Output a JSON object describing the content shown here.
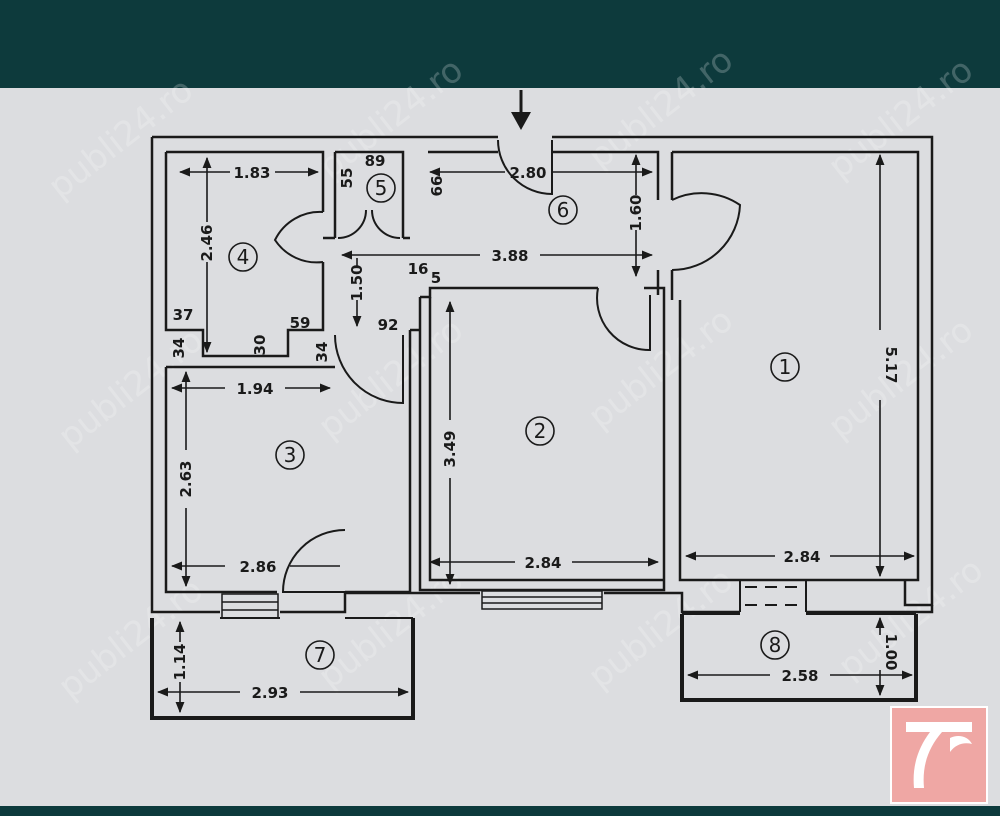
{
  "watermark": "publi24.ro",
  "logo_icon": "publi24-logo-icon",
  "colors": {
    "top_bar": "#0d3a3c",
    "paper": "#dcdde0",
    "ink": "#1a1a1a",
    "logo_bg": "#efa7a4"
  },
  "rooms": {
    "r1": "1",
    "r2": "2",
    "r3": "3",
    "r4": "4",
    "r5": "5",
    "r6": "6",
    "r7": "7",
    "r8": "8"
  },
  "dims": {
    "d183": "1.83",
    "d89": "89",
    "d55": "55",
    "d66": "66",
    "d280": "2.80",
    "d246": "2.46",
    "d160": "1.60",
    "d388": "3.88",
    "d16": "16",
    "d5": "5",
    "d150": "1.50",
    "d92": "92",
    "d37": "37",
    "d59": "59",
    "d34a": "34",
    "d30": "30",
    "d34b": "34",
    "d517": "5.17",
    "d194": "1.94",
    "d349": "3.49",
    "d263": "2.63",
    "d286": "2.86",
    "d284a": "2.84",
    "d284b": "2.84",
    "d114": "1.14",
    "d293": "2.93",
    "d100": "1.00",
    "d258": "2.58"
  }
}
